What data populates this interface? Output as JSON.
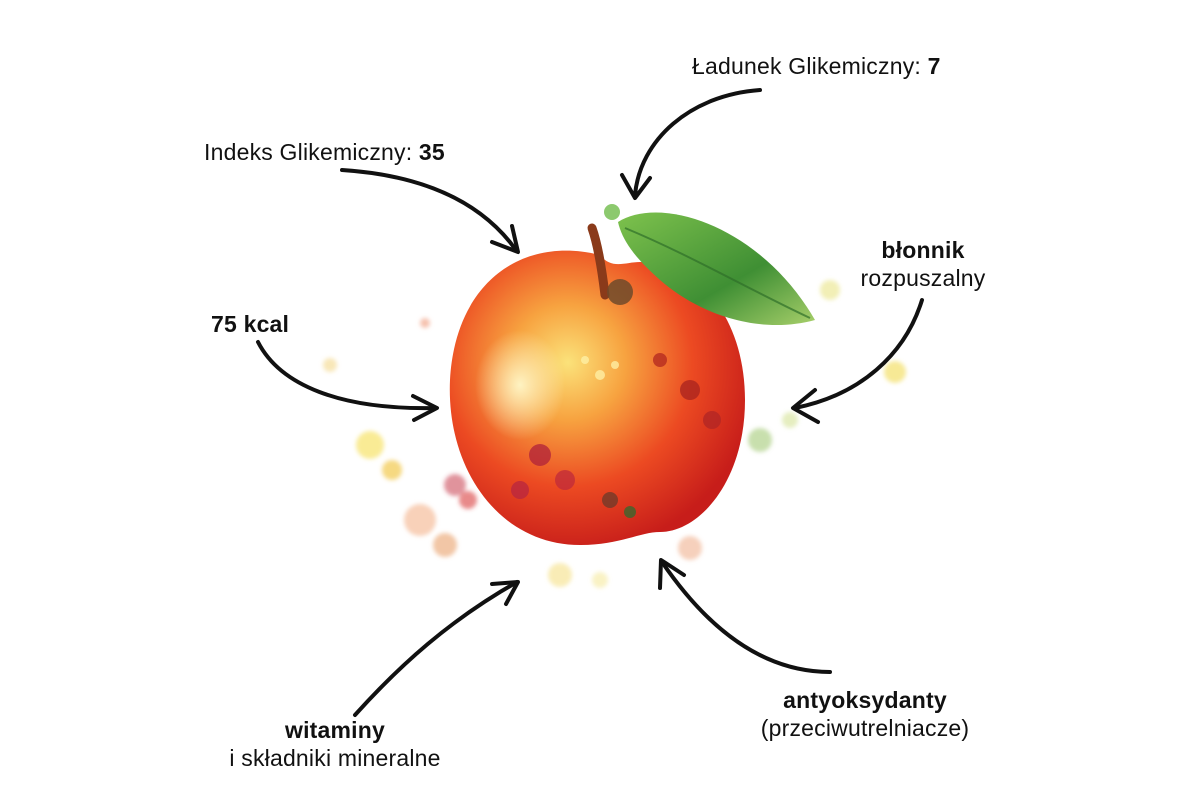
{
  "labels": {
    "glycemic_load": {
      "text": "Ładunek Glikemiczny: ",
      "value": "7"
    },
    "glycemic_index": {
      "text": "Indeks Glikemiczny: ",
      "value": "35"
    },
    "fiber": {
      "title": "błonnik",
      "subtitle": "rozpuszalny"
    },
    "calories": {
      "value": "75 kcal"
    },
    "antioxidants": {
      "title": "antyoksydanty",
      "subtitle": "(przeciwutrelniacze)"
    },
    "vitamins": {
      "title": "witaminy",
      "subtitle": "i składniki mineralne"
    }
  },
  "colors": {
    "text": "#111111",
    "apple_red": "#e8321e",
    "apple_orange": "#f5842c",
    "apple_yellow": "#f7e07a",
    "leaf_green": "#4f9a3a",
    "stem_brown": "#8a3a1a"
  },
  "icons": {
    "apple": "watercolor-apple-illustration",
    "arrow": "hand-drawn-curved-arrow"
  }
}
